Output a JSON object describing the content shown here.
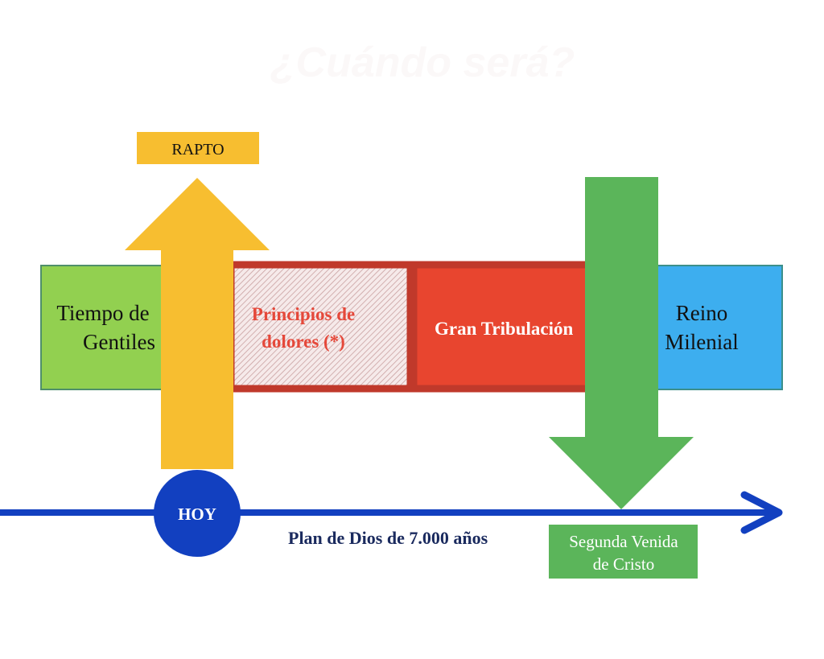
{
  "title": "¿Cuándo será?",
  "rapto": "RAPTO",
  "periods": [
    {
      "line1": "Tiempo de",
      "line2": "Gentiles"
    },
    {
      "line1": "Principios de",
      "line2": "dolores (*)"
    },
    {
      "line1": "Gran Tribulación"
    },
    {
      "line1": "Reino",
      "line2": "Milenial"
    }
  ],
  "today": "HOY",
  "timeline_label": "Plan de Dios de 7.000 años",
  "second_coming": {
    "line1": "Segunda Venida",
    "line2": "de Cristo"
  },
  "colors": {
    "gentiles": "#92D050",
    "dolores_border": "#C0392B",
    "tribulacion": "#E8452F",
    "reino": "#3DAEEF",
    "rapto": "#F7BE30",
    "second_coming": "#5BB55A",
    "timeline": "#1240C0",
    "label": "#1A2A5E"
  }
}
